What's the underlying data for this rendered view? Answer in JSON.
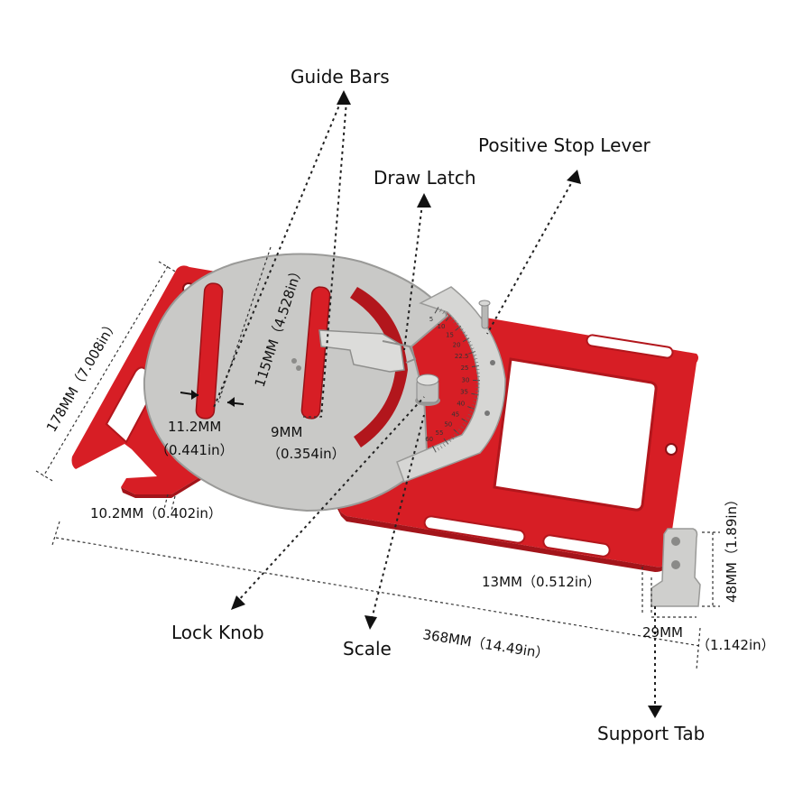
{
  "colors": {
    "frame_red": "#d71e25",
    "frame_shadow": "#a3141a",
    "plate_steel": "#c9c9c7",
    "plate_edge": "#9a9a98",
    "label_text": "#111111"
  },
  "callouts": {
    "guide_bars": "Guide Bars",
    "positive_stop_lever": "Positive Stop Lever",
    "draw_latch": "Draw Latch",
    "lock_knob": "Lock Knob",
    "scale": "Scale",
    "support_tab": "Support Tab"
  },
  "dimensions": {
    "width_178": "178MM（7.008in）",
    "guide_115": "115MM（4.528in）",
    "bar_11_mm": "11.2MM",
    "bar_11_in": "（0.441in）",
    "bar_9_mm": "9MM",
    "bar_9_in": "（0.354in）",
    "hook_10": "10.2MM（0.402in）",
    "length_368": "368MM（14.49in）",
    "tab_13": "13MM（0.512in）",
    "tab_29_mm": "29MM",
    "tab_29_in": "（1.142in）",
    "tab_48": "48MM（1.89in）"
  },
  "scale_ticks": [
    "5",
    "10",
    "15",
    "20",
    "22.5",
    "25",
    "30",
    "35",
    "40",
    "45",
    "50",
    "55",
    "60"
  ]
}
